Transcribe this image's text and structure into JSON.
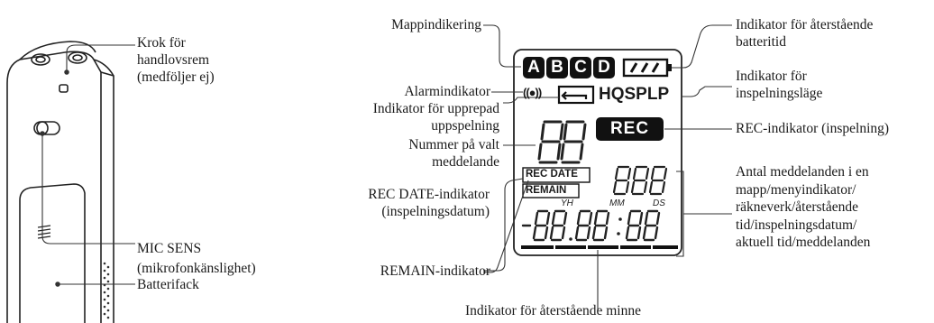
{
  "labels": {
    "krok": [
      "Krok för",
      "handlovsrem",
      "(medföljer ej)"
    ],
    "mic_sens": [
      "MIC SENS",
      "(mikrofonkänslighet)"
    ],
    "batterifack": "Batterifack",
    "mappindikering": "Mappindikering",
    "alarmindikator": "Alarmindikator",
    "upprepad": [
      "Indikator för upprepad",
      "uppspelning"
    ],
    "nummer": [
      "Nummer på valt",
      "meddelande"
    ],
    "rec_date_ind": [
      "REC DATE-indikator",
      "(inspelningsdatum)"
    ],
    "remain_ind": "REMAIN-indikator",
    "minne": "Indikator för återstående minne",
    "batteritid": [
      "Indikator för återstående",
      "batteritid"
    ],
    "inspelningslage": [
      "Indikator för",
      "inspelningsläge"
    ],
    "rec_ind": "REC-indikator (inspelning)",
    "antal": [
      "Antal meddelanden i en",
      "mapp/menyindikator/",
      "räkneverk/återstående",
      "tid/inspelningsdatum/",
      "aktuell tid/meddelanden"
    ]
  },
  "lcd": {
    "folders": [
      "A",
      "B",
      "C",
      "D"
    ],
    "alarm_symbol": "((●))",
    "mode": "HQSPLP",
    "rec": "REC",
    "digits_big": "88",
    "digits_small": "888",
    "rec_date": "REC DATE",
    "remain": "REMAIN",
    "yh": "YH",
    "mm": "MM",
    "ds": "DS",
    "time": "-88.88:88"
  }
}
